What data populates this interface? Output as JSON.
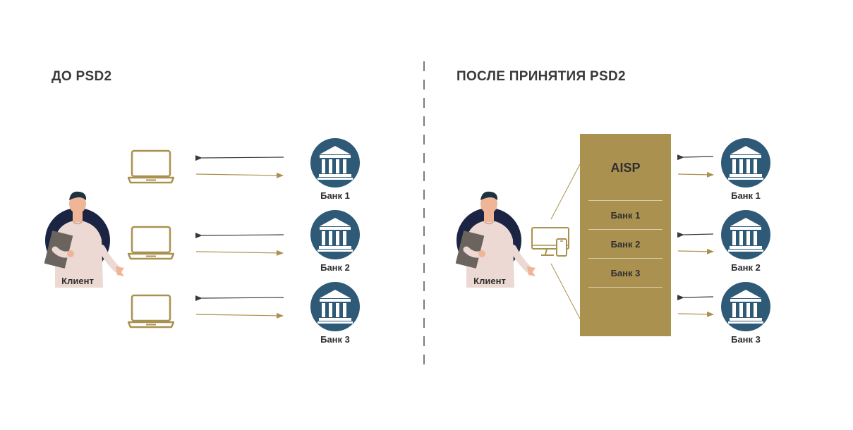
{
  "left": {
    "title": "ДО PSD2",
    "client_label": "Клиент",
    "banks": [
      "Банк 1",
      "Банк 2",
      "Банк 3"
    ]
  },
  "right": {
    "title": "ПОСЛЕ ПРИНЯТИЯ PSD2",
    "client_label": "Клиент",
    "aisp": {
      "title": "AISP",
      "rows": [
        "Банк 1",
        "Банк 2",
        "Банк 3"
      ]
    },
    "banks": [
      "Банк 1",
      "Банк 2",
      "Банк 3"
    ]
  },
  "colors": {
    "gold": "#ab9150",
    "bank_blue": "#2e5a77",
    "navy": "#1b2543",
    "arrow_dark": "#3a3a3a",
    "text": "#2f2f2f"
  },
  "icons": [
    "person-icon",
    "laptop-icon",
    "bank-icon",
    "desktop-phone-icon"
  ]
}
